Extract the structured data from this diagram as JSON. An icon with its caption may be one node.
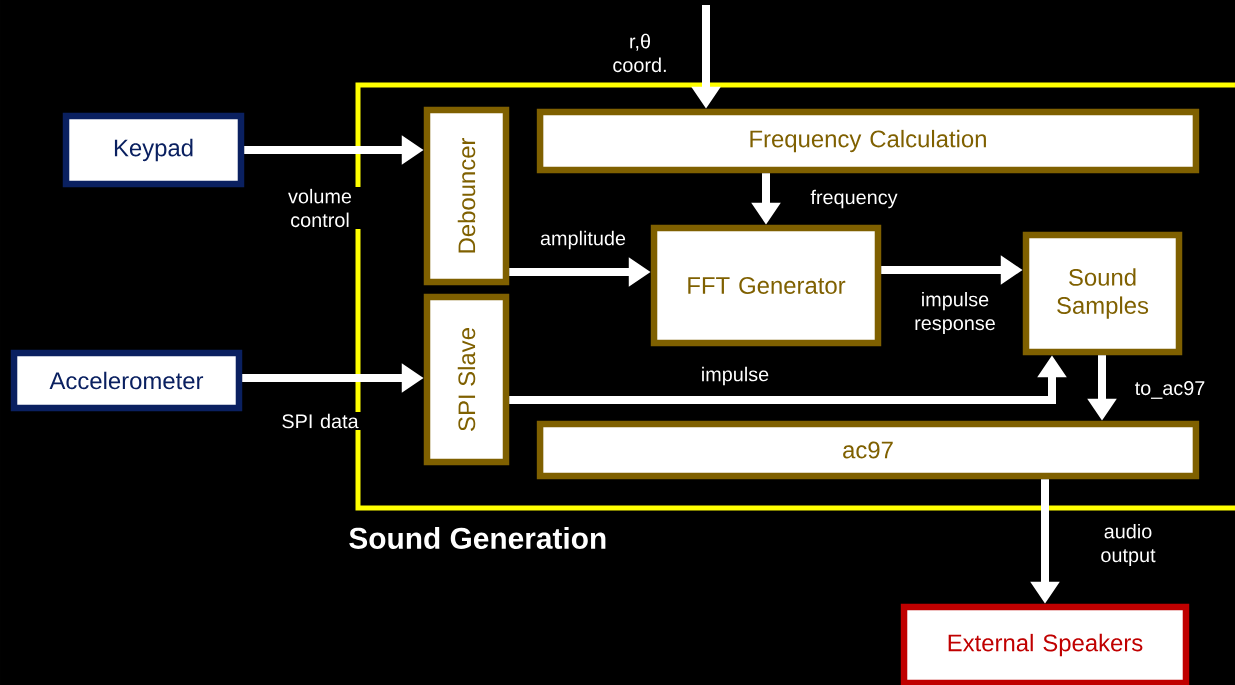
{
  "diagram": {
    "nodes": [
      {
        "text": [
          "Sound Generation"
        ]
      },
      {
        "text": [
          "Keypad"
        ]
      },
      {
        "text": [
          "Accelerometer"
        ]
      },
      {
        "text": [
          "Debouncer"
        ],
        "in": 0
      },
      {
        "text": [
          "SPI Slave"
        ],
        "in": 0
      },
      {
        "text": [
          "Frequency Calculation"
        ],
        "in": 0
      },
      {
        "text": [
          "FFT Generator"
        ],
        "in": 0
      },
      {
        "text": [
          "Sound Samples"
        ],
        "in": 0
      },
      {
        "text": [
          "ac97"
        ],
        "in": 0
      },
      {
        "text": [
          "External Speakers"
        ]
      }
    ],
    "edges": [
      {
        "from": null,
        "to": 5,
        "arrow": "to",
        "label": "r,θ coord."
      },
      {
        "from": 1,
        "to": 3,
        "arrow": "to",
        "label": "volume control"
      },
      {
        "from": 2,
        "to": 4,
        "arrow": "to",
        "label": "SPI data"
      },
      {
        "from": 5,
        "to": 6,
        "arrow": "to",
        "label": "frequency"
      },
      {
        "from": 3,
        "to": 6,
        "arrow": "to",
        "label": "amplitude"
      },
      {
        "from": 6,
        "to": 7,
        "arrow": "to",
        "label": "impulse response"
      },
      {
        "from": 4,
        "to": 7,
        "arrow": "to",
        "label": "impulse"
      },
      {
        "from": 7,
        "to": 8,
        "arrow": "to",
        "label": "to_ac97"
      },
      {
        "from": 8,
        "to": 9,
        "arrow": "to",
        "label": "audio output"
      }
    ]
  }
}
